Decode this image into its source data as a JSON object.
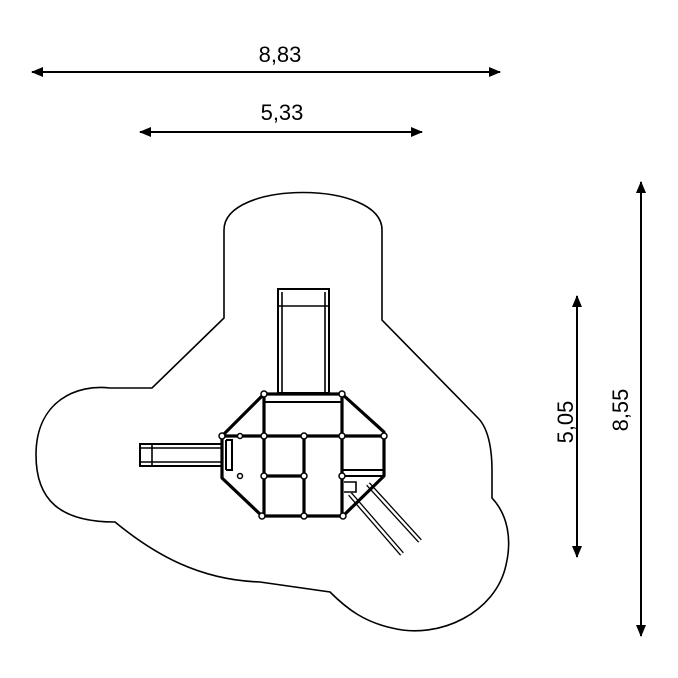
{
  "dimensions": {
    "overall_width": "8,83",
    "structure_width": "5,33",
    "structure_depth": "5,05",
    "overall_depth": "8,55"
  },
  "colors": {
    "line": "#000000",
    "background": "#ffffff"
  }
}
